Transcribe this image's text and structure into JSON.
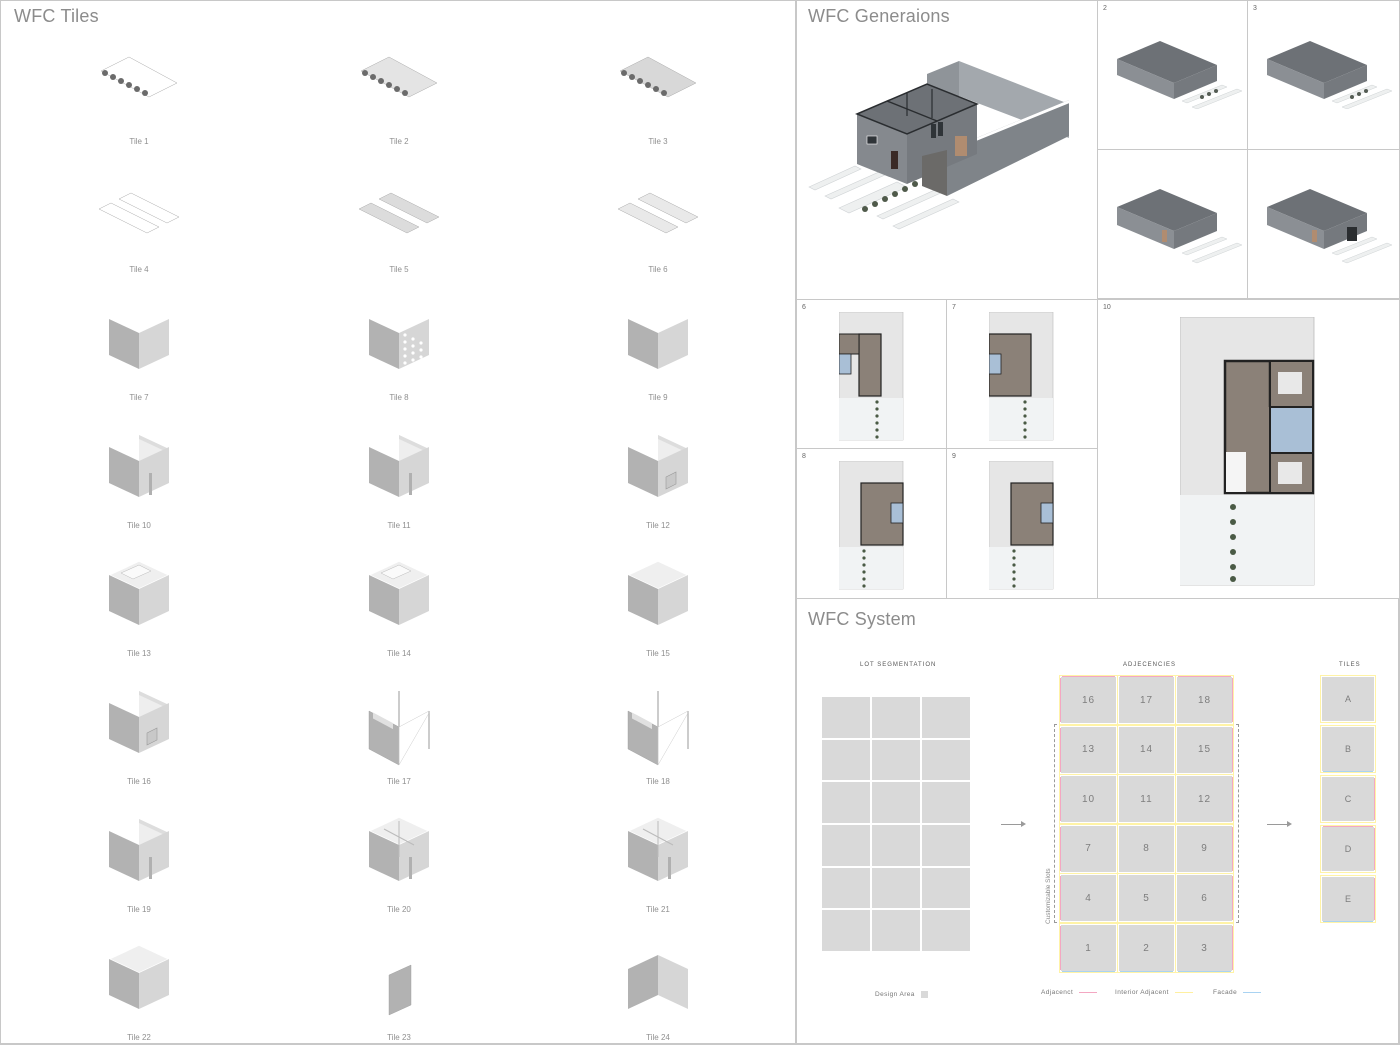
{
  "tiles_panel": {
    "title": "WFC Tiles",
    "tiles": [
      {
        "label": "Tile 1",
        "icon": "paver-strip-with-shrubs-icon"
      },
      {
        "label": "Tile 2",
        "icon": "gravel-strip-with-shrubs-icon"
      },
      {
        "label": "Tile 3",
        "icon": "stone-strip-with-shrubs-icon"
      },
      {
        "label": "Tile 4",
        "icon": "double-paver-strip-icon"
      },
      {
        "label": "Tile 5",
        "icon": "double-gravel-strip-icon"
      },
      {
        "label": "Tile 6",
        "icon": "double-stone-strip-icon"
      },
      {
        "label": "Tile 7",
        "icon": "corner-wall-icon"
      },
      {
        "label": "Tile 8",
        "icon": "perforated-corner-wall-icon"
      },
      {
        "label": "Tile 9",
        "icon": "textured-corner-wall-icon"
      },
      {
        "label": "Tile 10",
        "icon": "room-with-door-icon"
      },
      {
        "label": "Tile 11",
        "icon": "room-with-door-and-shelf-icon"
      },
      {
        "label": "Tile 12",
        "icon": "room-with-window-icon"
      },
      {
        "label": "Tile 13",
        "icon": "kitchen-module-icon"
      },
      {
        "label": "Tile 14",
        "icon": "kitchen-module-alt-icon"
      },
      {
        "label": "Tile 15",
        "icon": "open-room-icon"
      },
      {
        "label": "Tile 16",
        "icon": "wall-with-window-icon"
      },
      {
        "label": "Tile 17",
        "icon": "window-frame-open-icon"
      },
      {
        "label": "Tile 18",
        "icon": "panel-frame-open-icon"
      },
      {
        "label": "Tile 19",
        "icon": "wall-with-door-icon"
      },
      {
        "label": "Tile 20",
        "icon": "bathroom-module-icon"
      },
      {
        "label": "Tile 21",
        "icon": "bathroom-module-alt-icon"
      },
      {
        "label": "Tile 22",
        "icon": "bedroom-module-icon"
      },
      {
        "label": "Tile 23",
        "icon": "single-wall-panel-icon"
      },
      {
        "label": "Tile 24",
        "icon": "inner-corner-wall-icon"
      }
    ]
  },
  "generations_panel": {
    "title": "WFC Generaions",
    "thumbnails": [
      {
        "number": "2"
      },
      {
        "number": "3"
      },
      {
        "number": ""
      },
      {
        "number": ""
      }
    ],
    "plans": [
      {
        "number": "6"
      },
      {
        "number": "7"
      },
      {
        "number": "8"
      },
      {
        "number": "9"
      },
      {
        "number": "10"
      }
    ]
  },
  "system_panel": {
    "title": "WFC System",
    "lot_segmentation": {
      "heading": "LOT SEGMENTATION",
      "rows": 6,
      "cols": 3,
      "legend_label": "Design Area"
    },
    "adjacencies": {
      "heading": "ADJECENCIES",
      "grid": [
        [
          "16",
          "17",
          "18"
        ],
        [
          "13",
          "14",
          "15"
        ],
        [
          "10",
          "11",
          "12"
        ],
        [
          "7",
          "8",
          "9"
        ],
        [
          "4",
          "5",
          "6"
        ],
        [
          "1",
          "2",
          "3"
        ]
      ],
      "slots_label": "Customizable Slots"
    },
    "tiles": {
      "heading": "TILES",
      "items": [
        "A",
        "B",
        "C",
        "D",
        "E"
      ]
    },
    "legend": [
      {
        "label": "Adjacenct",
        "color": "#f4a7c2"
      },
      {
        "label": "Interior Adjacent",
        "color": "#fff0a0"
      },
      {
        "label": "Facade",
        "color": "#a9d3f2"
      }
    ]
  },
  "colors": {
    "wall_dark": "#5d6165",
    "wall_mid": "#7a7f84",
    "wall_light": "#9a9fa4",
    "floor_wood": "#8b8178",
    "plot_gray": "#e6e6e6",
    "cell_gray": "#d9d9d9",
    "adjacent_pink": "#f4a7c2",
    "interior_yellow": "#fff0a0",
    "facade_blue": "#a9d3f2"
  }
}
